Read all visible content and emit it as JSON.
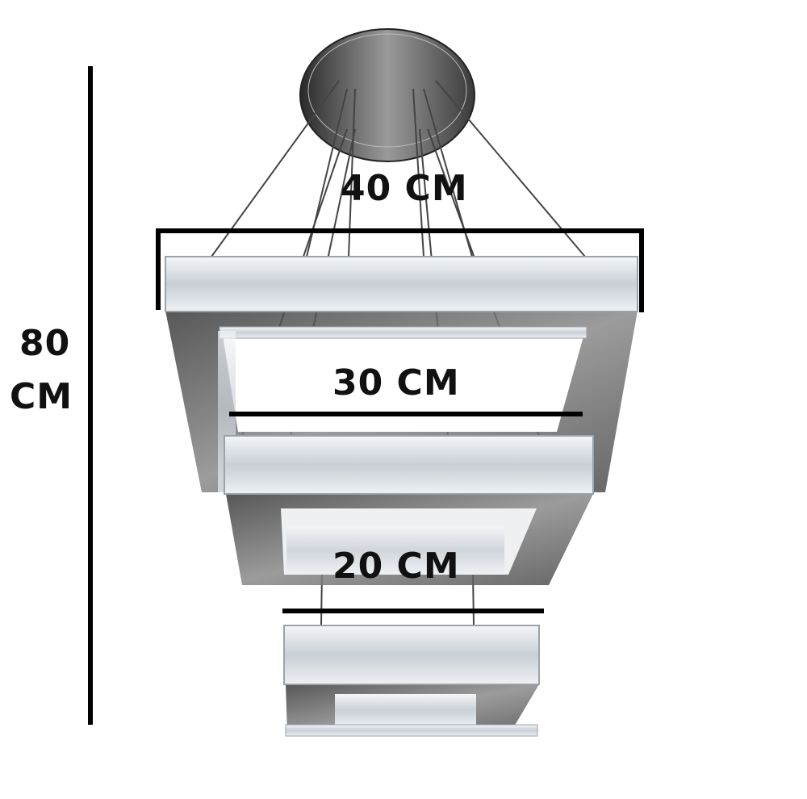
{
  "product": "square-tiered-crystal-chandelier",
  "dimensions": {
    "height_number": "80",
    "height_unit": "CM",
    "tier_top": "40 CM",
    "tier_middle": "30 CM",
    "tier_bottom": "20 CM"
  },
  "colors": {
    "frame_metal": "#5a5a5a",
    "crystal": "#d8dde2",
    "dimension_line": "#000000"
  }
}
